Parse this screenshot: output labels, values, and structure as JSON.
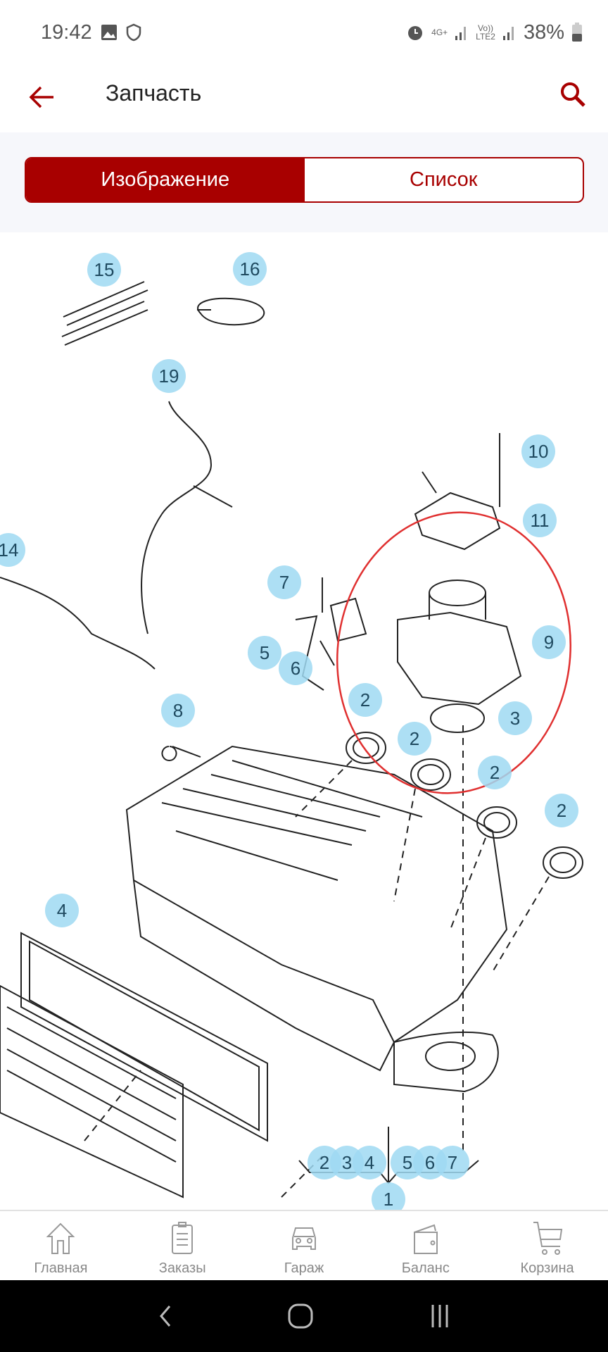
{
  "status_bar": {
    "time": "19:42",
    "network1": "4G+",
    "network2_top": "Vo))",
    "network2_bottom": "LTE2",
    "battery": "38%"
  },
  "header": {
    "title": "Запчасть"
  },
  "segmented": {
    "image_label": "Изображение",
    "list_label": "Список",
    "active": "Изображение"
  },
  "diagram": {
    "callouts": [
      "15",
      "16",
      "19",
      "10",
      "11",
      "14",
      "7",
      "5",
      "6",
      "9",
      "8",
      "2",
      "3",
      "2",
      "2",
      "2",
      "4"
    ],
    "group_left": [
      "2",
      "3",
      "4"
    ],
    "group_right": [
      "5",
      "6",
      "7"
    ],
    "group_root": "1",
    "callout_color": "#9fd9f2",
    "highlight_color": "#e03030"
  },
  "bottom_nav": [
    {
      "label": "Главная",
      "icon": "home-icon"
    },
    {
      "label": "Заказы",
      "icon": "orders-icon"
    },
    {
      "label": "Гараж",
      "icon": "car-icon"
    },
    {
      "label": "Баланс",
      "icon": "wallet-icon"
    },
    {
      "label": "Корзина",
      "icon": "cart-icon"
    }
  ]
}
